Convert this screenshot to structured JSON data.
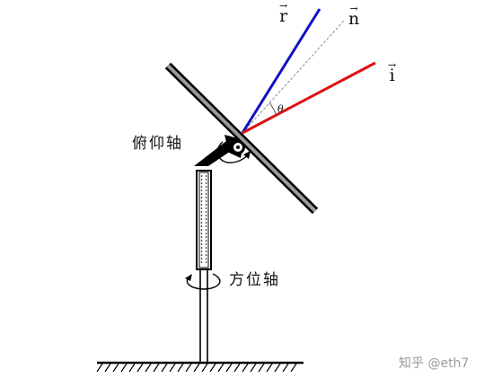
{
  "labels": {
    "pitch_axis": "俯仰轴",
    "azimuth_axis": "方位轴",
    "theta": "θ"
  },
  "vectors": {
    "reflected": {
      "symbol": "r",
      "arrow": "→",
      "color": "#1010c8"
    },
    "normal": {
      "symbol": "n",
      "arrow": "→",
      "color": "#8a8a8a"
    },
    "incident": {
      "symbol": "i",
      "arrow": "→",
      "color": "#dd1111"
    }
  },
  "watermark": {
    "site": "知乎",
    "user": "@eth7"
  }
}
